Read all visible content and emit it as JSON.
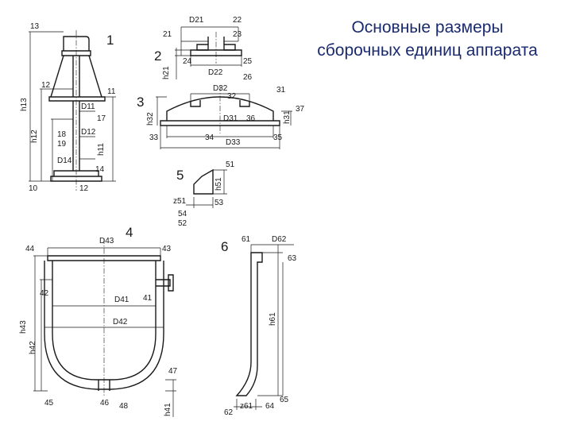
{
  "title": {
    "line1": "Основные размеры",
    "line2": "сборочных единиц аппарата"
  },
  "units": {
    "u1": {
      "number": "1",
      "labels": [
        "13",
        "12",
        "11",
        "14",
        "10",
        "12",
        "h13",
        "h12",
        "h11",
        "D11",
        "D12",
        "D14",
        "17",
        "18",
        "19"
      ]
    },
    "u2": {
      "number": "2",
      "labels": [
        "D21",
        "21",
        "22",
        "23",
        "24",
        "25",
        "h21",
        "D22",
        "26"
      ]
    },
    "u3": {
      "number": "3",
      "labels": [
        "D32",
        "32",
        "31",
        "h32",
        "h31",
        "D31",
        "36",
        "D33",
        "33",
        "34",
        "35",
        "37"
      ]
    },
    "u4": {
      "number": "4",
      "labels": [
        "D43",
        "43",
        "44",
        "h43",
        "h42",
        "D41",
        "D42",
        "42",
        "41",
        "46",
        "45",
        "h41",
        "47",
        "48"
      ]
    },
    "u5": {
      "number": "5",
      "labels": [
        "51",
        "h51",
        "z51",
        "53",
        "54",
        "52"
      ]
    },
    "u6": {
      "number": "6",
      "labels": [
        "D62",
        "61",
        "63",
        "h61",
        "z61",
        "62",
        "64",
        "65"
      ]
    }
  }
}
